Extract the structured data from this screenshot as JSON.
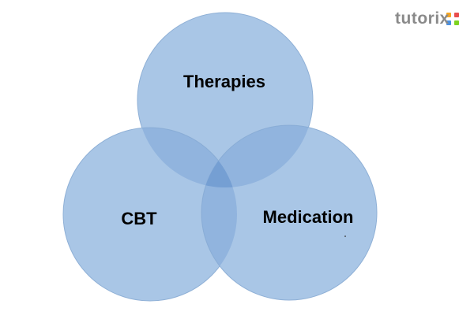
{
  "brand": {
    "name": "tutorix",
    "text_color": "#8a8a8a",
    "accent_colors": [
      "#f5a623",
      "#e94e4e",
      "#4a90e2",
      "#7ed321"
    ]
  },
  "diagram": {
    "type": "venn",
    "sets": [
      {
        "label": "Therapies"
      },
      {
        "label": "CBT"
      },
      {
        "label": "Medication"
      }
    ],
    "fill_color": "#a9c6e6",
    "stroke_color": "#8fb0d6",
    "overlap_color": "#89b0de"
  }
}
